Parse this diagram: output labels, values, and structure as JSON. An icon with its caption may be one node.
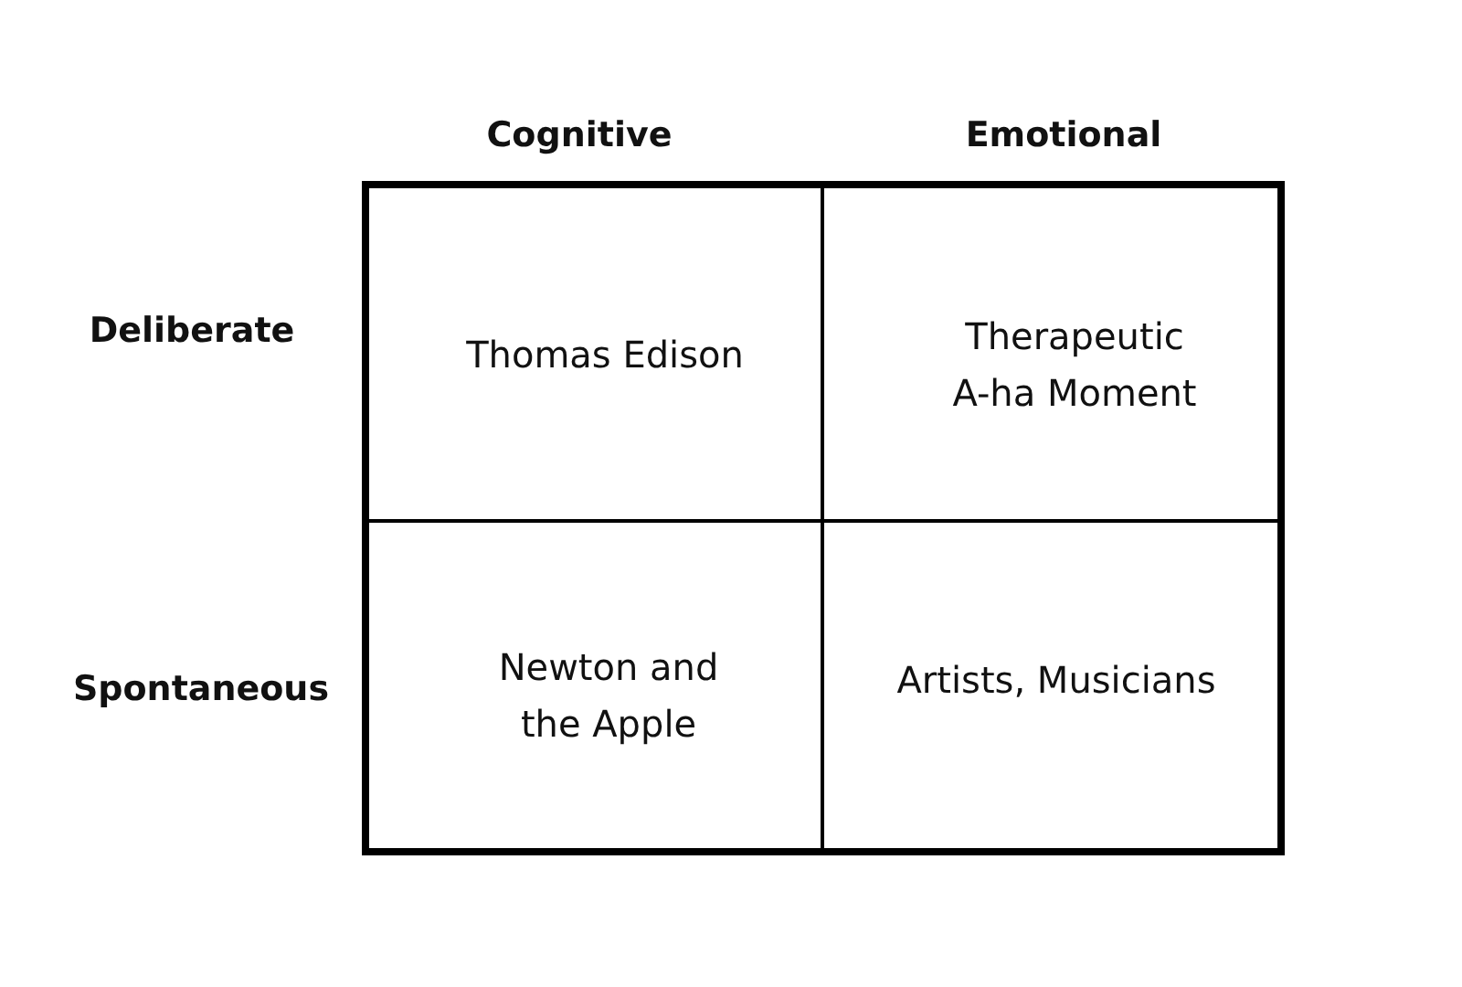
{
  "diagram": {
    "labels": [
      "Cognitive",
      "Emotional",
      "Deliberate",
      "Thomas Edison",
      "Therapeutic A-ha Moment",
      "Spontaneous",
      "Newton and the Apple",
      "Artists, Musicians"
    ]
  }
}
